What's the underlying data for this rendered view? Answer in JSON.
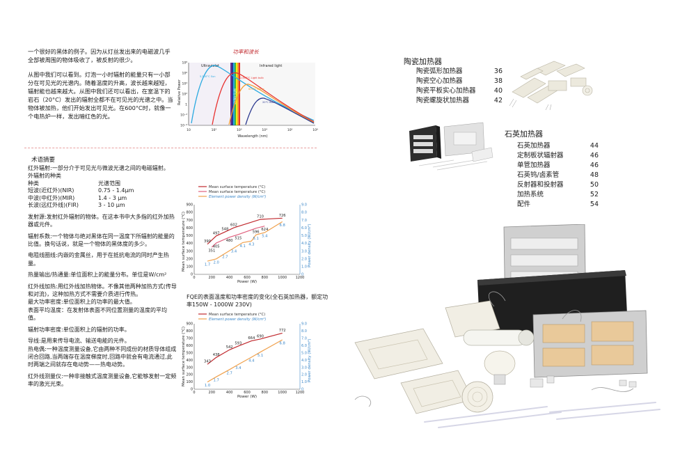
{
  "intro": {
    "p1": "一个很好的黑体的例子。因为从灯丝发出来的电磁波几乎全部被周围的物体吸收了，被反射的很少。",
    "p2": "从图中我们可以看到。灯泡一小时辐射的能量只有一小部分在可见光的光谱内。随着温度的升高，波长越来越短，辐射能也越来越大。从图中我们还可以看出，在室温下的岩石（20°C）发出的辐射全都不在可见光的光谱之中。当物体被加热，他们开始发出可见光。在600°C时，就像一个电热炉一样，发出暗红色的光。"
  },
  "spectrum_chart": {
    "title": "功率和波长",
    "ylabel": "Relative Power",
    "xlabel": "Wavelength (nm)",
    "region_uv": "Ultraviolet",
    "region_ir": "Infrared light",
    "y_ticks": [
      "10⁸",
      "10⁶",
      "10⁴",
      "10²",
      "1",
      "10⁻²",
      "10⁻⁴"
    ],
    "x_ticks": [
      "10",
      "10²",
      "10³",
      "10⁴",
      "10⁵",
      "10⁶"
    ],
    "visible_label": "visible light",
    "curves": [
      {
        "label": "5,500°C Sun",
        "color": "#29a9e0"
      },
      {
        "label": "2,600°C Light bulb",
        "color": "#e8312f"
      },
      {
        "label": "600°C Stove",
        "color": "#f39c34"
      },
      {
        "label": "20°C Rock",
        "color": "#2b3990"
      }
    ]
  },
  "glossary": {
    "title": "术语摘要",
    "infrared": "红外辐射:一部分介于可见光与微波光谱之间的电磁辐射。",
    "types_title": "外辐射的种类",
    "table_header": [
      "种类",
      "光谱范围"
    ],
    "table_rows": [
      [
        "短波(近红外)(NIR)",
        "0.75 - 1.4μm"
      ],
      [
        "中波(中红外)(MIR)",
        "1.4 - 3  μm"
      ],
      [
        "长波(远红外线)(FIR)",
        "3 - 10  μm"
      ]
    ],
    "emitter": "发射源:发射红外辐射的物体。在这本书中大多指的红外加热器或元件。",
    "emissivity": "辐射系数:一个物体与绝对黑体在同一温度下所辐射的能量的比值。换句话说，就是一个物体的黑体度的多少。",
    "resistance": "电阻线圈线:内嵌的金属丝，用于在抵抗电流的同时产生热量。",
    "heat_flux": "热量输出/热通量:单位面积上的能量分布。单位是W/cm²",
    "ir_heating": "红外线加热:用红外线加热物体。不像其他两种加热方式(传导和对流)，这种加热方式不需要介质进行传热。",
    "max_power": "最大功率密度:单位面积上的功率的最大值。",
    "surface_avg": "表面平均温度：在发射体表面不同位置测量的温度的平均值。",
    "radiant_density": "辐射功率密度:单位面积上的辐射的功率。",
    "lead_wire": "导线:是用来传导电流、输送电能的元件。",
    "thermocouple": "热电偶:一种温度测量设备,它由两种不同成份的材质导体组成闭合回路,当两端存在温度梯度时,回路中就会有电流通过,此时两端之间就存在电动势——热电动势。",
    "ir_thermometer": "红外线测量仪:一种非接触式温度测量设备,它能够发射一定频率的激光光束。"
  },
  "chart_data": [
    {
      "type": "line",
      "x": [
        150,
        250,
        350,
        450,
        550,
        650,
        750,
        850,
        1000
      ],
      "series": [
        {
          "name": "Mean surface temperature (°C)",
          "color": "#c0282d",
          "values": [
            390,
            497,
            548,
            602,
            710,
            726
          ]
        },
        {
          "name": "Mean surface temperature (°C)",
          "color": "#e0607e",
          "values": [
            351,
            405,
            480,
            515,
            596,
            624
          ]
        },
        {
          "name": "Element power density (W/cm²)",
          "color": "#f0a04b",
          "values": [
            1.7,
            2.0,
            2.7,
            3.4,
            4.1,
            4.3,
            5.1,
            5.4,
            6.8
          ]
        }
      ],
      "points_temp1": [
        [
          150,
          390
        ],
        [
          250,
          497
        ],
        [
          350,
          548
        ],
        [
          450,
          602
        ],
        [
          750,
          710
        ],
        [
          1000,
          726
        ]
      ],
      "points_temp2": [
        [
          200,
          351
        ],
        [
          250,
          405
        ],
        [
          400,
          480
        ],
        [
          500,
          515
        ],
        [
          700,
          596
        ],
        [
          800,
          624
        ]
      ],
      "points_power": [
        [
          150,
          1.7
        ],
        [
          250,
          2.0
        ],
        [
          350,
          2.7
        ],
        [
          450,
          3.4
        ],
        [
          550,
          4.1
        ],
        [
          650,
          4.3
        ],
        [
          700,
          5.1
        ],
        [
          800,
          5.4
        ],
        [
          1000,
          6.8
        ]
      ],
      "xlabel": "Power (W)",
      "ylabel": "Mean surface temperature (°C)",
      "y2label": "Power density (W/cm²)",
      "xlim": [
        0,
        1200
      ],
      "ylim": [
        0,
        900
      ],
      "y2lim": [
        0,
        9.0
      ],
      "x_ticks": [
        "0",
        "200",
        "400",
        "600",
        "800",
        "1000",
        "1200"
      ],
      "y_ticks": [
        "0",
        "100",
        "200",
        "300",
        "400",
        "500",
        "600",
        "700",
        "800",
        "900"
      ],
      "y2_ticks": [
        "0",
        "1.0",
        "2.0",
        "3.0",
        "4.0",
        "5.0",
        "6.0",
        "7.0",
        "8.0",
        "9.0"
      ],
      "grid": false,
      "legend": "top-left"
    },
    {
      "type": "line",
      "series": [
        {
          "name": "Mean surface temperature (°C)",
          "color": "#c0282d",
          "values": [
            343,
            438,
            542,
            593,
            664,
            690,
            772
          ]
        },
        {
          "name": "Element power density (W/cm²)",
          "color": "#f0a04b",
          "values": [
            1.0,
            1.7,
            2.7,
            3.4,
            4.4,
            5.1,
            6.8
          ]
        }
      ],
      "points_temp": [
        [
          150,
          343
        ],
        [
          250,
          438
        ],
        [
          400,
          542
        ],
        [
          500,
          593
        ],
        [
          650,
          664
        ],
        [
          750,
          690
        ],
        [
          1000,
          772
        ]
      ],
      "points_power": [
        [
          150,
          1.0
        ],
        [
          250,
          1.7
        ],
        [
          400,
          2.7
        ],
        [
          500,
          3.4
        ],
        [
          650,
          4.4
        ],
        [
          750,
          5.1
        ],
        [
          1000,
          6.8
        ]
      ],
      "xlabel": "Power (W)",
      "ylabel": "Mean surface temperature (°C)",
      "y2label": "Power density (W/cm²)",
      "xlim": [
        0,
        1200
      ],
      "ylim": [
        0,
        900
      ],
      "y2lim": [
        0,
        9.0
      ],
      "x_ticks": [
        "0",
        "200",
        "400",
        "600",
        "800",
        "1000",
        "1200"
      ],
      "y_ticks": [
        "0",
        "100",
        "200",
        "300",
        "400",
        "500",
        "600",
        "700",
        "800",
        "900"
      ],
      "y2_ticks": [
        "0",
        "1.0",
        "2.0",
        "3.0",
        "4.0",
        "5.0",
        "6.0",
        "7.0",
        "8.0",
        "9.0"
      ],
      "grid": false,
      "legend": "top-left"
    }
  ],
  "caption": "FQE的表面温度和功率密度的变化(全石英加热器，额定功率150W - 1000W 230V)",
  "catalog": {
    "ceramic": {
      "title": "陶瓷加热器",
      "items": [
        {
          "name": "陶瓷弧形加热器",
          "page": "36"
        },
        {
          "name": "陶瓷空心加热器",
          "page": "38"
        },
        {
          "name": "陶瓷平板实心加热器",
          "page": "40"
        },
        {
          "name": "陶瓷螺旋状加热器",
          "page": "42"
        }
      ]
    },
    "quartz": {
      "title": "石英加热器",
      "items": [
        {
          "name": "石英加热器",
          "page": "44"
        },
        {
          "name": "定制板状辐射器",
          "page": "46"
        },
        {
          "name": "单管加热器",
          "page": "46"
        },
        {
          "name": "石英钨/卤素管",
          "page": "48"
        },
        {
          "name": "反射器和投射器",
          "page": "50"
        },
        {
          "name": "加热系统",
          "page": "52"
        },
        {
          "name": "配件",
          "page": "54"
        }
      ]
    }
  }
}
